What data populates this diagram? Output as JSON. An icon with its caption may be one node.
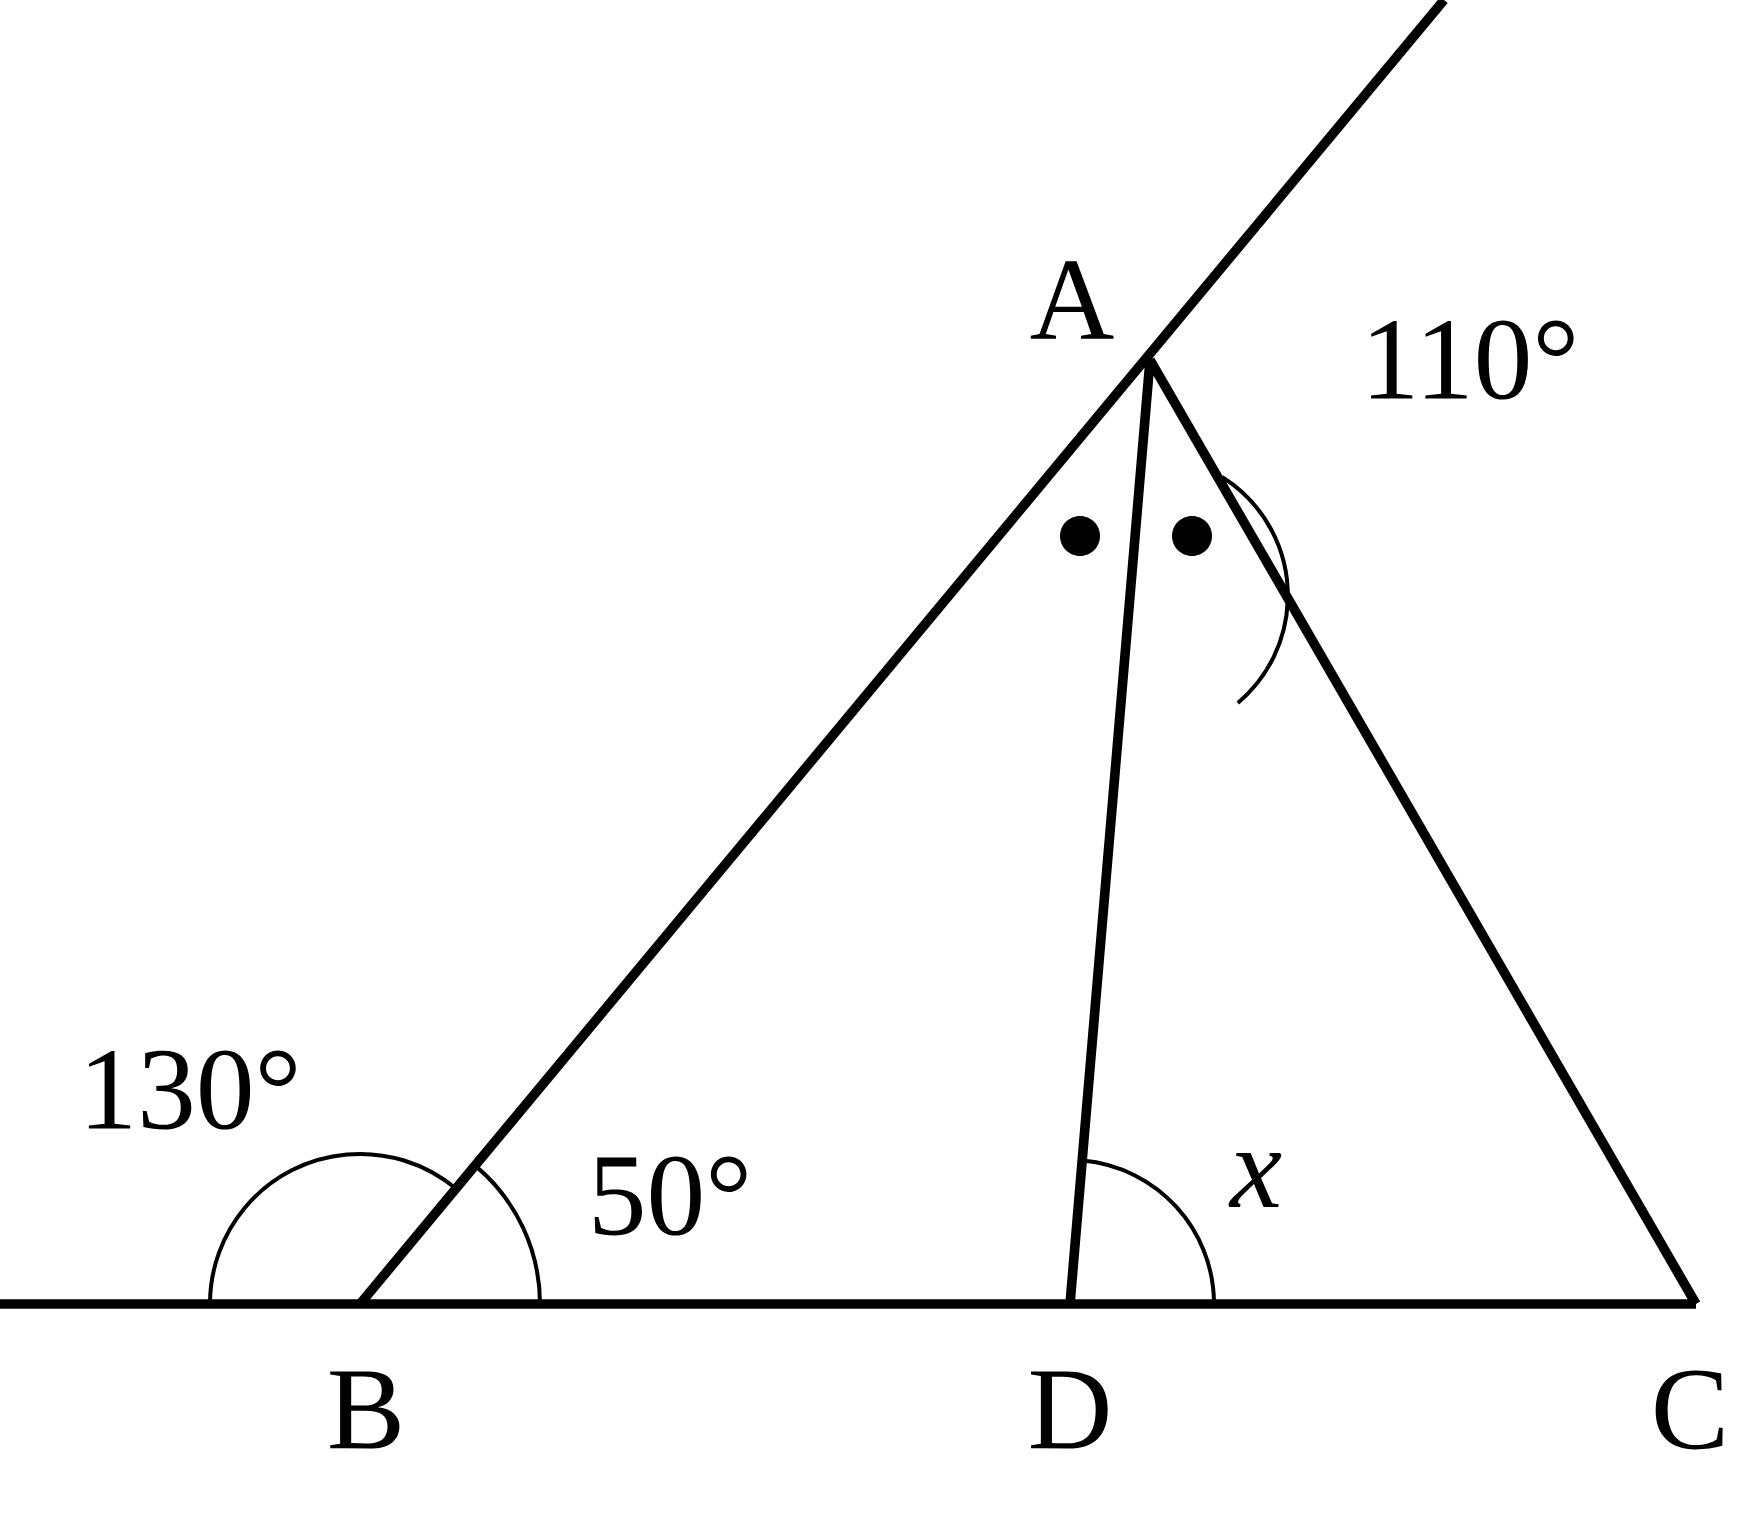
{
  "diagram": {
    "labels": [
      "A",
      "110°",
      "130°",
      "50°",
      "x",
      "B",
      "D",
      "C"
    ]
  }
}
